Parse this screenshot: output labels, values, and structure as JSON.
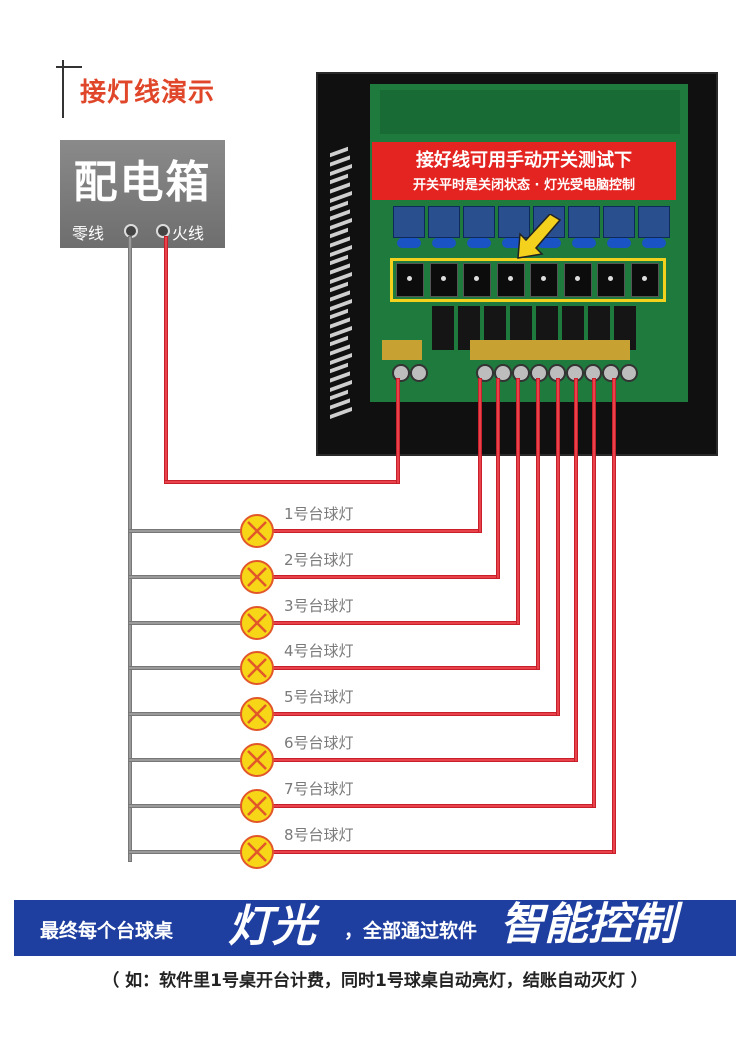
{
  "header": {
    "title": "接灯线演示"
  },
  "distribution_box": {
    "title": "配电箱",
    "neutral_label": "零线",
    "live_label": "火线"
  },
  "control_panel": {
    "banner_line1": "接好线可用手动开关测试下",
    "banner_line2": "开关平时是关闭状态 · 灯光受电脑控制",
    "switch_count": 8
  },
  "lamps": [
    {
      "label": "1号台球灯"
    },
    {
      "label": "2号台球灯"
    },
    {
      "label": "3号台球灯"
    },
    {
      "label": "4号台球灯"
    },
    {
      "label": "5号台球灯"
    },
    {
      "label": "6号台球灯"
    },
    {
      "label": "7号台球灯"
    },
    {
      "label": "8号台球灯"
    }
  ],
  "footer": {
    "text1": "最终每个台球桌",
    "big1": "灯光",
    "text2": "，全部通过软件",
    "big2": "智能控制",
    "note": "（ 如：软件里1号桌开台计费，同时1号球桌自动亮灯，结账自动灭灯 ）"
  },
  "colors": {
    "live_wire": "#e8434b",
    "neutral_wire": "#9a9a9a",
    "banner": "#e42421",
    "footer_bar": "#1f3fa0",
    "title": "#e0472a",
    "lamp": "#f6d617"
  }
}
